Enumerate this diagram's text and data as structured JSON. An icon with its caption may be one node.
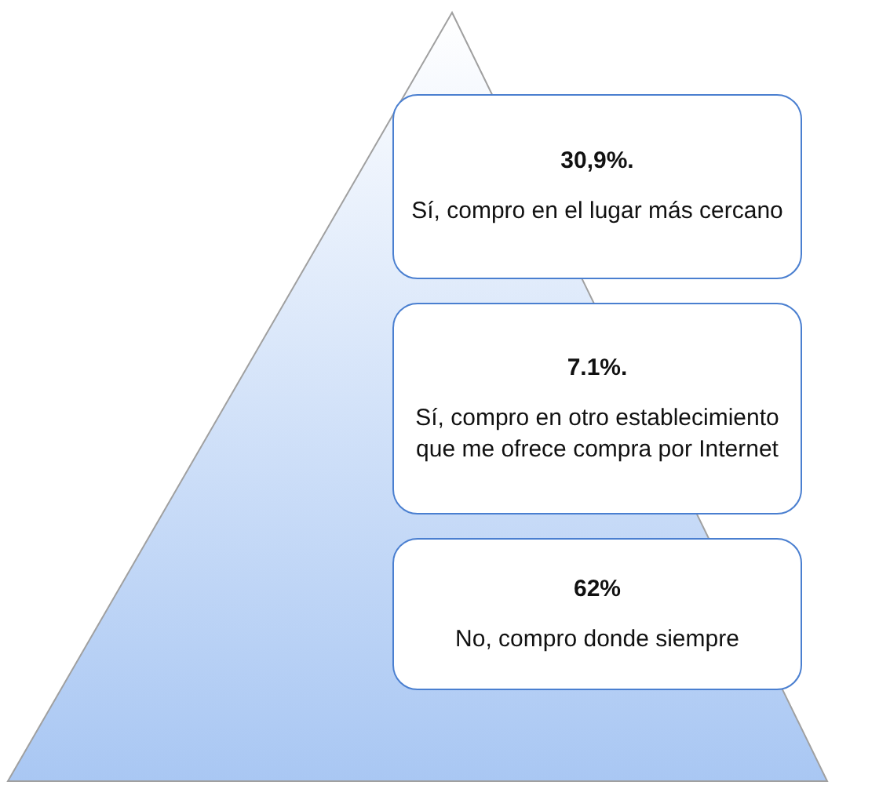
{
  "diagram": {
    "nodes": [
      {
        "text": [
          "30,9%.",
          "Sí, compro en el lugar más cercano"
        ]
      },
      {
        "text": [
          "7.1%.",
          "Sí, compro en otro establecimiento que me ofrece compra por Internet"
        ]
      },
      {
        "text": [
          "62%",
          "No, compro donde siempre"
        ]
      }
    ]
  }
}
